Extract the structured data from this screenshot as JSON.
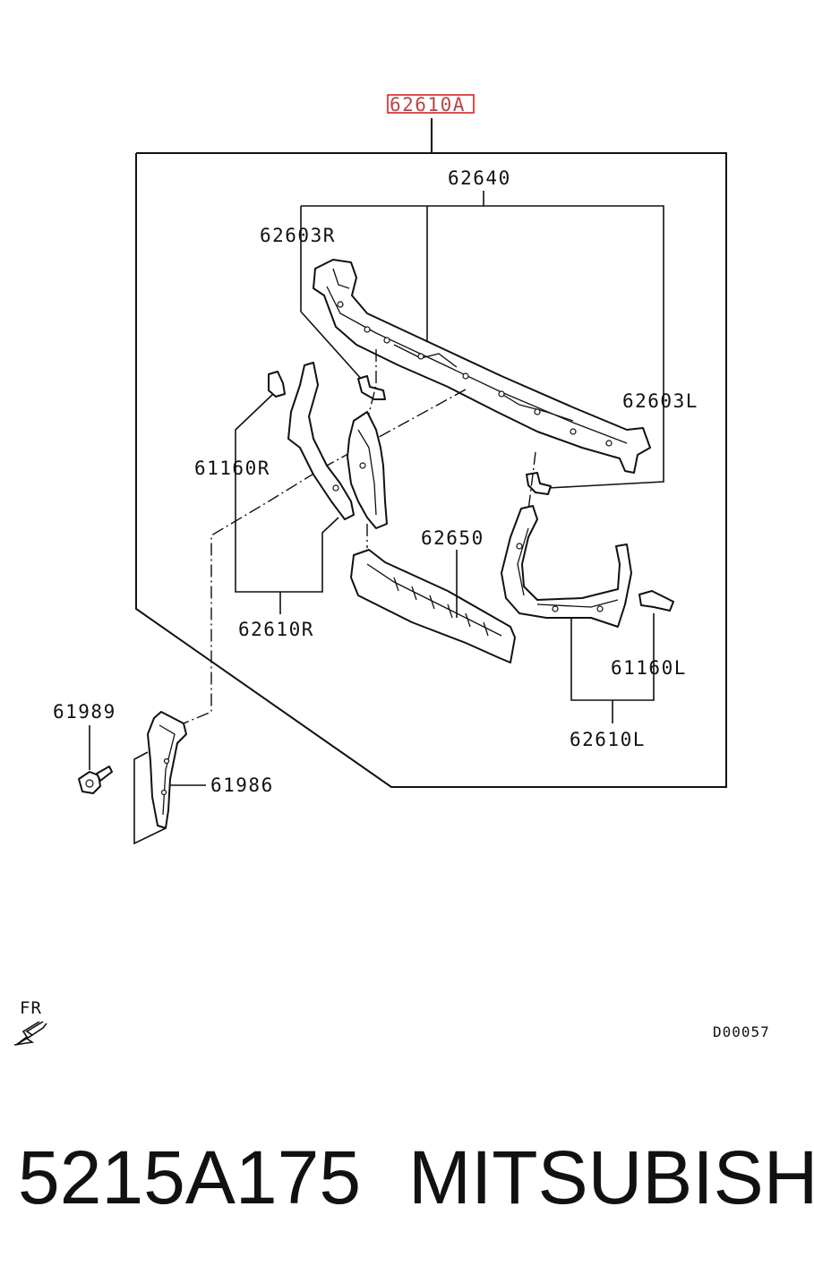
{
  "diagram": {
    "labels": {
      "assembly": "62610A",
      "upper_support": "62640",
      "bracket_right": "62603R",
      "bracket_left": "62603L",
      "support_right_top": "61160R",
      "pillar_right": "62610R",
      "lower_support": "62650",
      "support_left_bottom": "61160L",
      "pillar_left": "62610L",
      "bolt": "61989",
      "hood_bracket": "61986"
    },
    "fr_label": "FR",
    "diagram_code": "D00057",
    "highlight_color": "#e02020"
  },
  "footer": {
    "part_number": "5215A175",
    "brand": "MITSUBISHI"
  }
}
